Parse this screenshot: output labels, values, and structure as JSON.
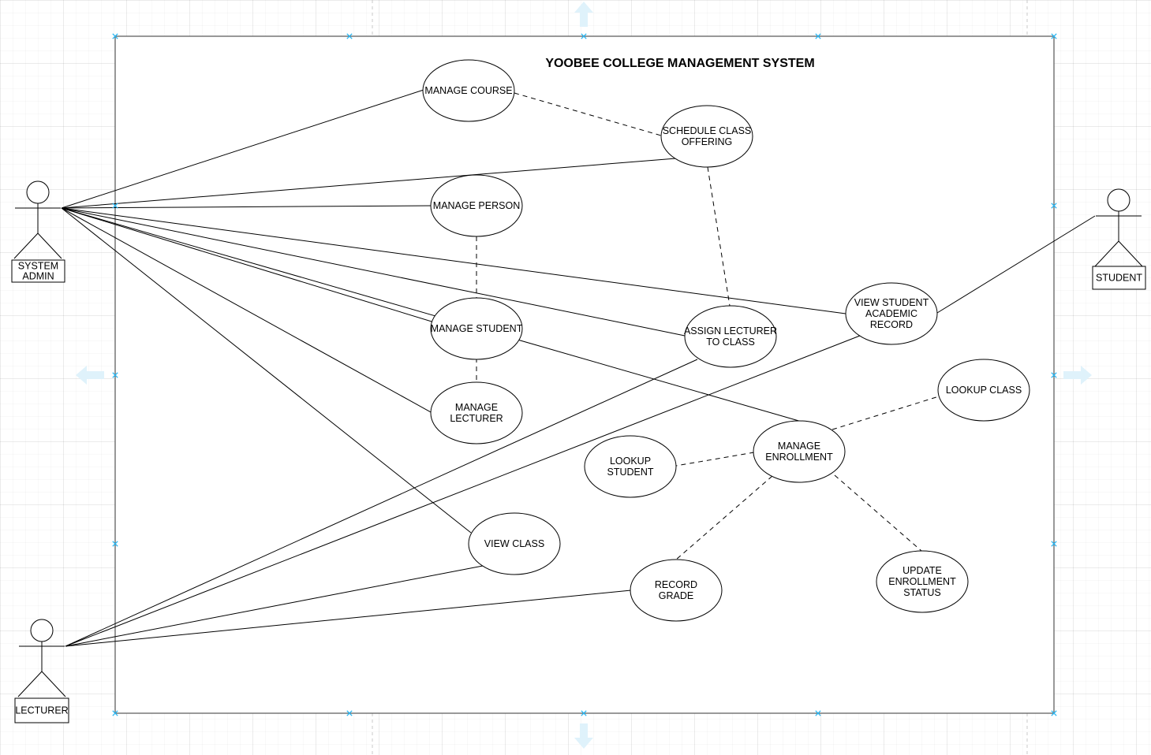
{
  "diagram": {
    "title": "YOOBEE COLLEGE MANAGEMENT SYSTEM",
    "accent_color": "#29b6f2",
    "actors": [
      {
        "id": "system-admin",
        "lines": [
          "SYSTEM",
          "ADMIN"
        ]
      },
      {
        "id": "student",
        "lines": [
          "STUDENT"
        ]
      },
      {
        "id": "lecturer",
        "lines": [
          "LECTURER"
        ]
      }
    ],
    "use_cases": [
      {
        "id": "manage-course",
        "lines": [
          "MANAGE COURSE"
        ]
      },
      {
        "id": "schedule-class-offering",
        "lines": [
          "SCHEDULE CLASS",
          "OFFERING"
        ]
      },
      {
        "id": "manage-person",
        "lines": [
          "MANAGE PERSON"
        ]
      },
      {
        "id": "manage-student",
        "lines": [
          "MANAGE STUDENT"
        ]
      },
      {
        "id": "manage-lecturer",
        "lines": [
          "MANAGE",
          "LECTURER"
        ]
      },
      {
        "id": "assign-lecturer-to-class",
        "lines": [
          "ASSIGN LECTURER",
          "TO CLASS"
        ]
      },
      {
        "id": "view-student-academic-record",
        "lines": [
          "VIEW STUDENT",
          "ACADEMIC",
          "RECORD"
        ]
      },
      {
        "id": "lookup-class",
        "lines": [
          "LOOKUP CLASS"
        ]
      },
      {
        "id": "manage-enrollment",
        "lines": [
          "MANAGE",
          "ENROLLMENT"
        ]
      },
      {
        "id": "lookup-student",
        "lines": [
          "LOOKUP",
          "STUDENT"
        ]
      },
      {
        "id": "view-class",
        "lines": [
          "VIEW CLASS"
        ]
      },
      {
        "id": "record-grade",
        "lines": [
          "RECORD",
          "GRADE"
        ]
      },
      {
        "id": "update-enrollment-status",
        "lines": [
          "UPDATE",
          "ENROLLMENT",
          "STATUS"
        ]
      }
    ],
    "associations": [
      {
        "from": "system-admin",
        "to": "manage-course"
      },
      {
        "from": "system-admin",
        "to": "schedule-class-offering"
      },
      {
        "from": "system-admin",
        "to": "manage-person"
      },
      {
        "from": "system-admin",
        "to": "view-student-academic-record"
      },
      {
        "from": "system-admin",
        "to": "assign-lecturer-to-class"
      },
      {
        "from": "system-admin",
        "to": "manage-enrollment"
      },
      {
        "from": "system-admin",
        "to": "manage-student"
      },
      {
        "from": "system-admin",
        "to": "manage-lecturer"
      },
      {
        "from": "system-admin",
        "to": "view-class"
      },
      {
        "from": "student",
        "to": "view-student-academic-record"
      },
      {
        "from": "lecturer",
        "to": "assign-lecturer-to-class"
      },
      {
        "from": "lecturer",
        "to": "view-student-academic-record"
      },
      {
        "from": "lecturer",
        "to": "view-class"
      },
      {
        "from": "lecturer",
        "to": "record-grade"
      }
    ],
    "dependencies": [
      {
        "from": "manage-course",
        "to": "schedule-class-offering"
      },
      {
        "from": "schedule-class-offering",
        "to": "assign-lecturer-to-class"
      },
      {
        "from": "manage-person",
        "to": "manage-lecturer"
      },
      {
        "from": "manage-enrollment",
        "to": "lookup-class"
      },
      {
        "from": "manage-enrollment",
        "to": "lookup-student"
      },
      {
        "from": "manage-enrollment",
        "to": "record-grade"
      },
      {
        "from": "manage-enrollment",
        "to": "update-enrollment-status"
      }
    ]
  }
}
